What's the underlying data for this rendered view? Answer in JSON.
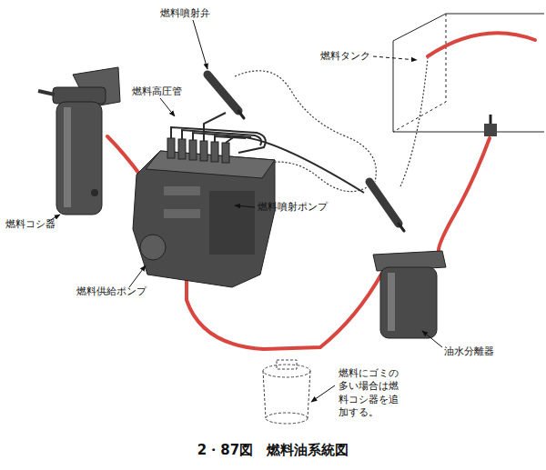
{
  "diagram": {
    "caption": "2・87図　燃料油系統図",
    "labels": [
      "燃料噴射弁",
      "燃料タンク",
      "燃料高圧管",
      "燃料噴射ポンプ",
      "燃料コシ器",
      "燃料供給ポンプ",
      "油水分離器",
      "燃料にゴミの多い場合は燃料コシ器を追加する。"
    ]
  }
}
